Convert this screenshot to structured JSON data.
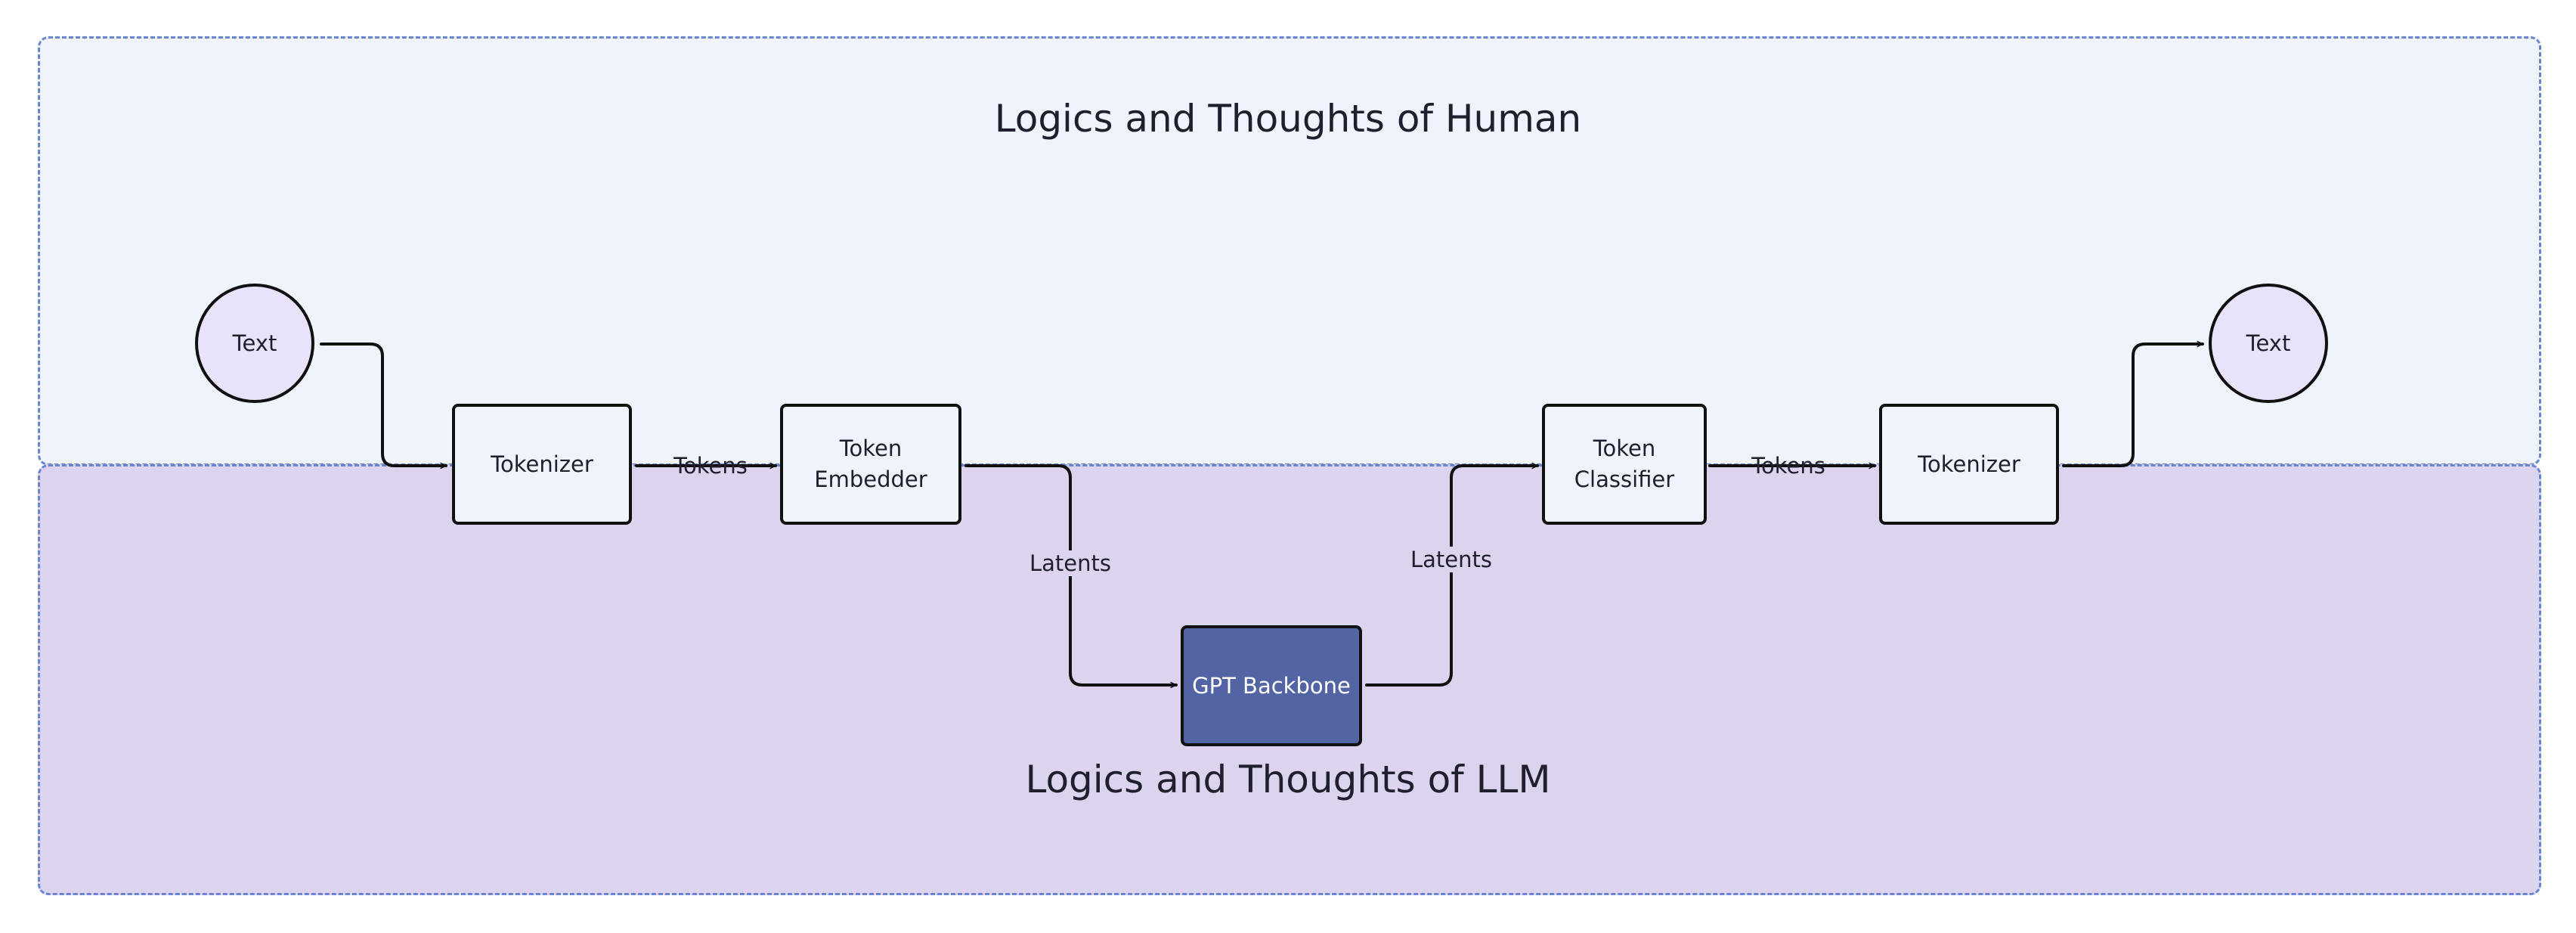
{
  "colors": {
    "human_region_fill": "#eef3fc",
    "llm_region_fill": "#dcd3ef",
    "region_border": "#6a86d0",
    "node_fill": "#eef3fc",
    "text_node_fill": "#e8e2fb",
    "backbone_fill": "#5264a4",
    "backbone_text": "#ffffff",
    "edge": "#111111"
  },
  "regions": {
    "human_title": "Logics and Thoughts of Human",
    "llm_title": "Logics and Thoughts of LLM"
  },
  "nodes": {
    "text_in": "Text",
    "tokenizer_in": "Tokenizer",
    "token_embedder": "Token\nEmbedder",
    "gpt_backbone": "GPT Backbone",
    "token_classifier": "Token\nClassifier",
    "tokenizer_out": "Tokenizer",
    "text_out": "Text"
  },
  "edge_labels": {
    "tokens_1": "Tokens",
    "latents_1": "Latents",
    "latents_2": "Latents",
    "tokens_2": "Tokens"
  }
}
